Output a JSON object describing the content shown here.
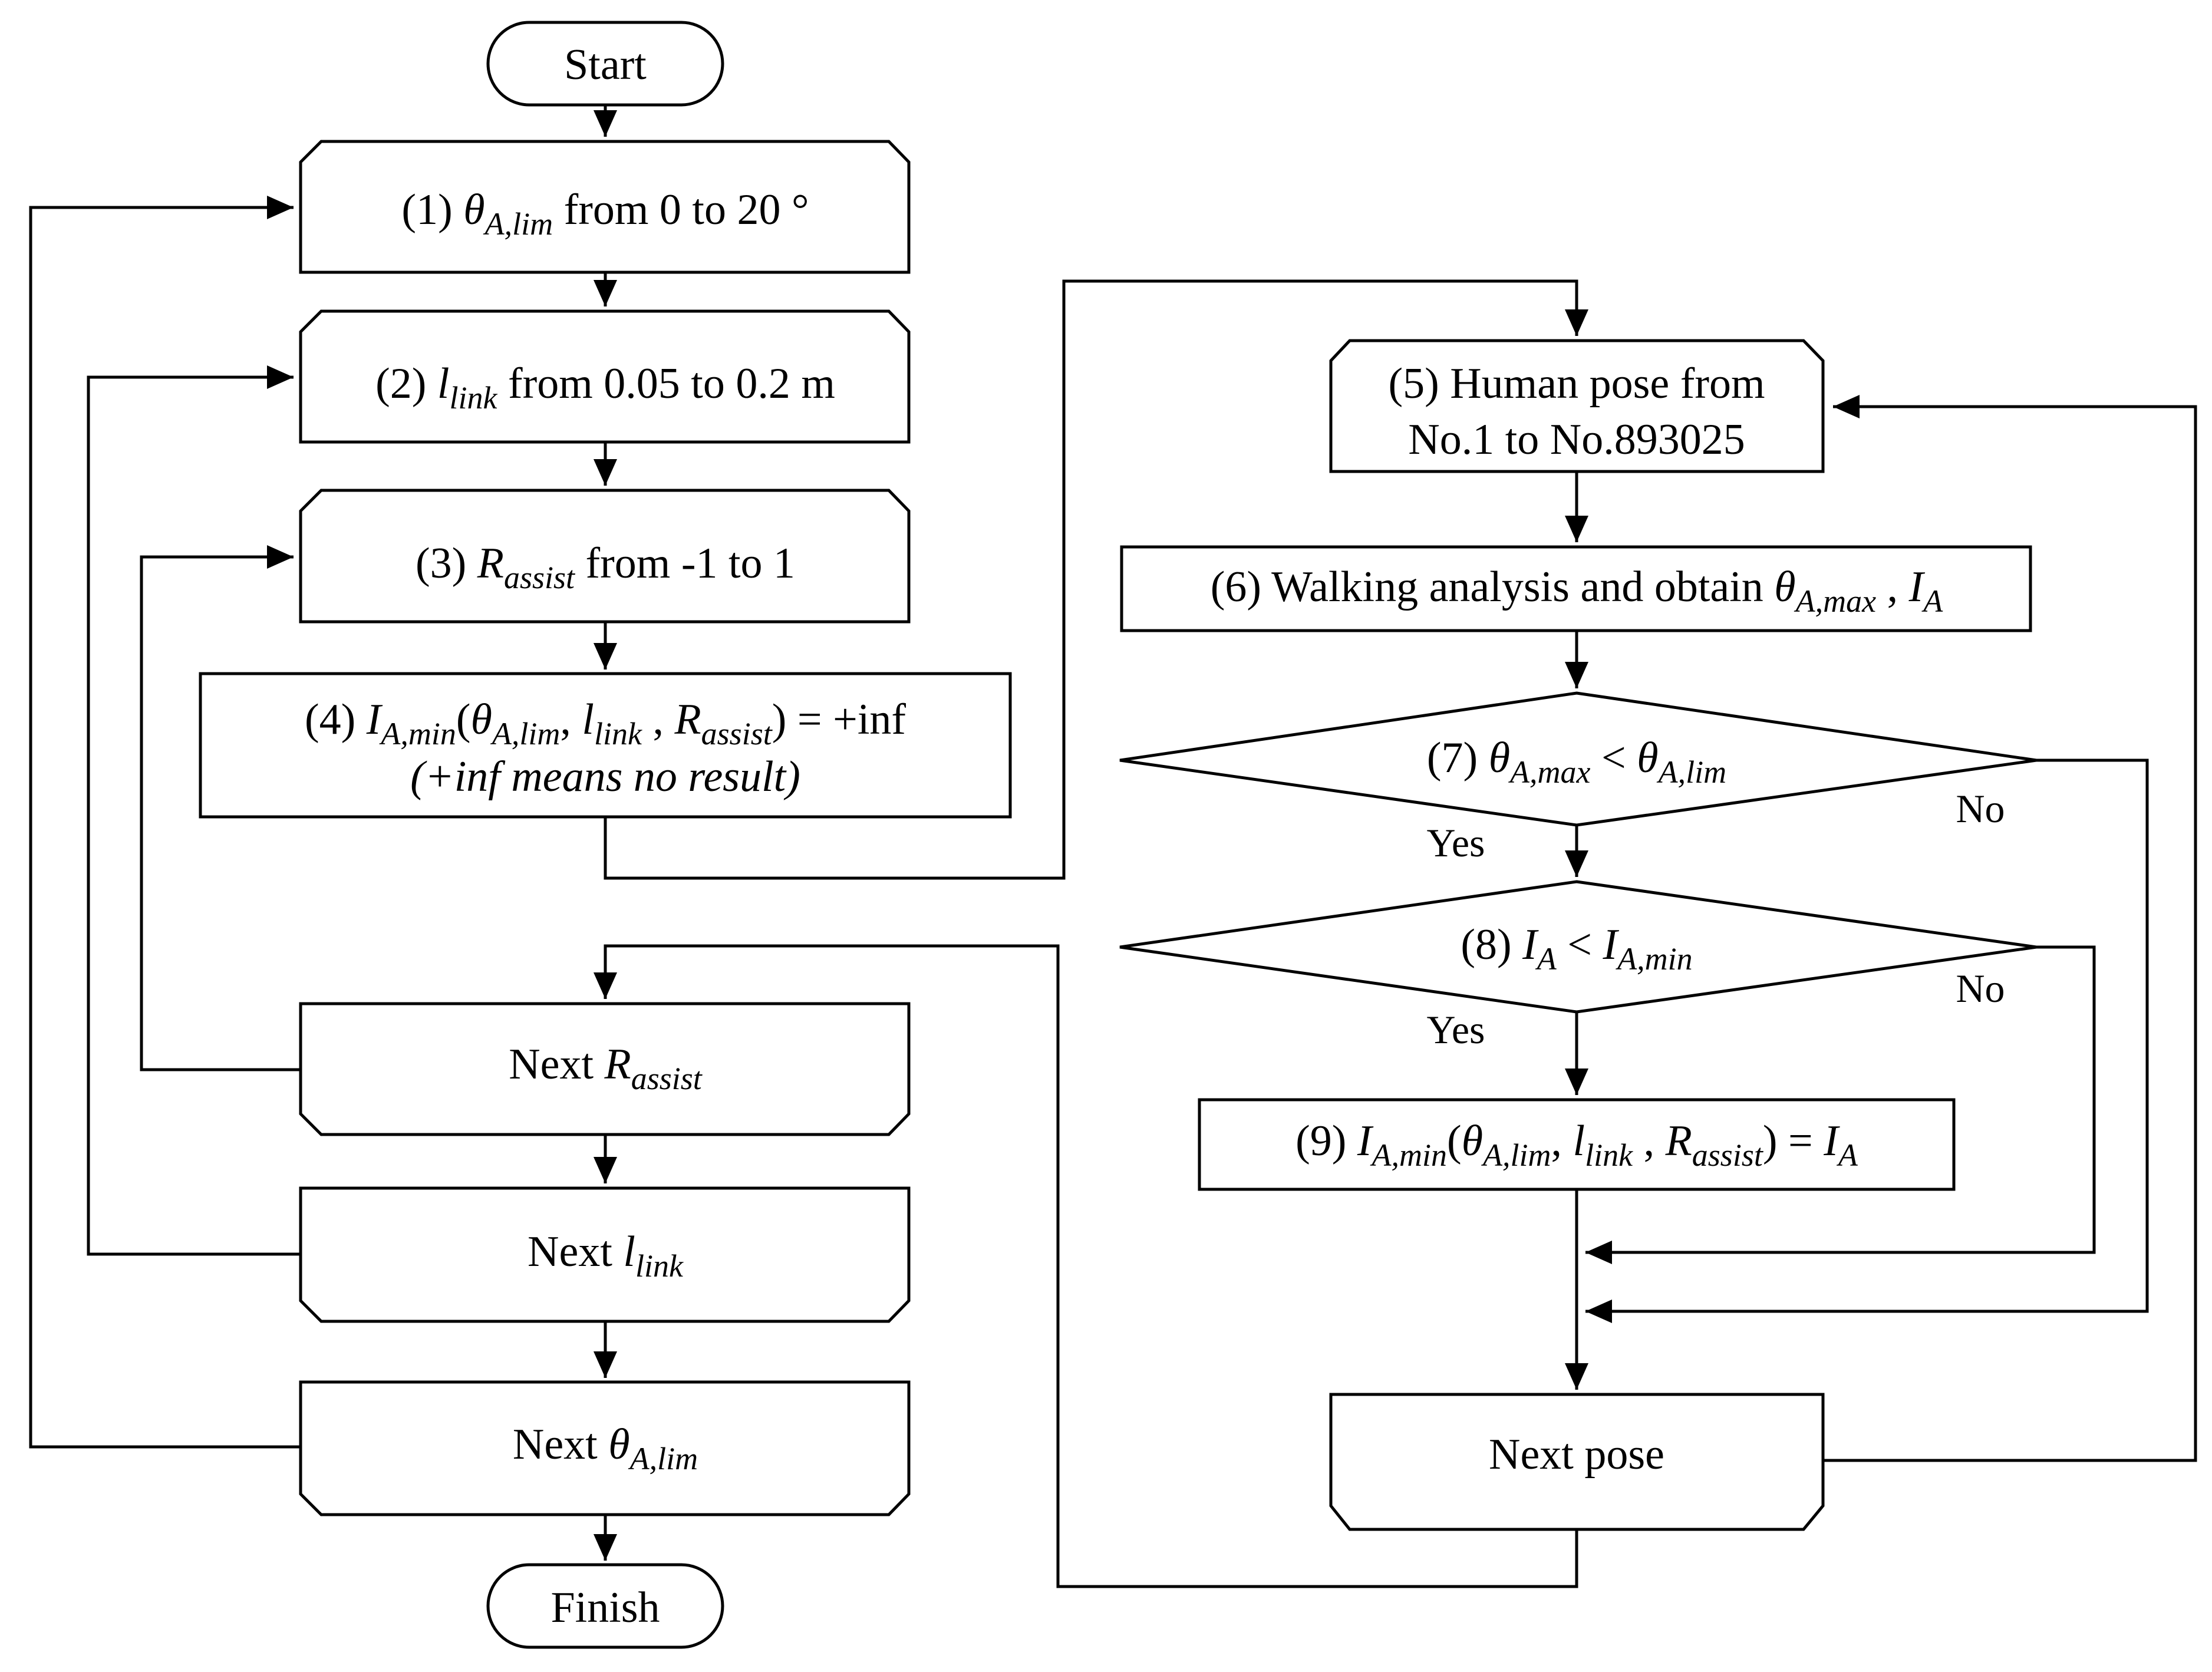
{
  "nodes": {
    "start": "Start",
    "finish": "Finish",
    "s1": {
      "pre": "(1) ",
      "sym": "θ",
      "sub": "A,lim",
      "post": " from 0 to 20 °"
    },
    "s2": {
      "pre": "(2) ",
      "sym": "l",
      "sub": "link",
      "post": " from 0.05 to 0.2 m"
    },
    "s3": {
      "pre": "(3) ",
      "sym": "R",
      "sub": "assist",
      "post": " from -1 to 1"
    },
    "s4": {
      "line1_pre": "(4) ",
      "I": "I",
      "I_sub": "A,min",
      "open": "(",
      "th": "θ",
      "th_sub": "A,lim",
      "c1": ", ",
      "l": "l",
      "l_sub": "link",
      "c2": " , ",
      "R": "R",
      "R_sub": "assist",
      "close": ") = +inf",
      "line2": "(+inf means no result)"
    },
    "s5": {
      "line1": "(5) Human pose from",
      "line2": "No.1 to No.893025"
    },
    "s6": {
      "pre": "(6) Walking analysis and obtain ",
      "sym": "θ",
      "sub": "A,max",
      "mid": " , ",
      "sym2": "I",
      "sub2": "A"
    },
    "s7": {
      "pre": "(7) ",
      "sym": "θ",
      "sub": "A,max",
      "op": " < ",
      "sym2": "θ",
      "sub2": "A,lim"
    },
    "s8": {
      "pre": "(8) ",
      "sym": "I",
      "sub": "A",
      "op": " < ",
      "sym2": "I",
      "sub2": "A,min"
    },
    "s9": {
      "pre": "(9) ",
      "I": "I",
      "I_sub": "A,min",
      "open": "(",
      "th": "θ",
      "th_sub": "A,lim",
      "c1": ", ",
      "l": "l",
      "l_sub": "link",
      "c2": " , ",
      "R": "R",
      "R_sub": "assist",
      "close": ") = ",
      "I2": "I",
      "I2_sub": "A"
    },
    "next_r": {
      "pre": "Next ",
      "sym": "R",
      "sub": "assist"
    },
    "next_l": {
      "pre": "Next ",
      "sym": "l",
      "sub": "link"
    },
    "next_th": {
      "pre": "Next ",
      "sym": "θ",
      "sub": "A,lim"
    },
    "next_pose": "Next pose"
  },
  "edge_labels": {
    "yes7": "Yes",
    "no7": "No",
    "yes8": "Yes",
    "no8": "No"
  }
}
